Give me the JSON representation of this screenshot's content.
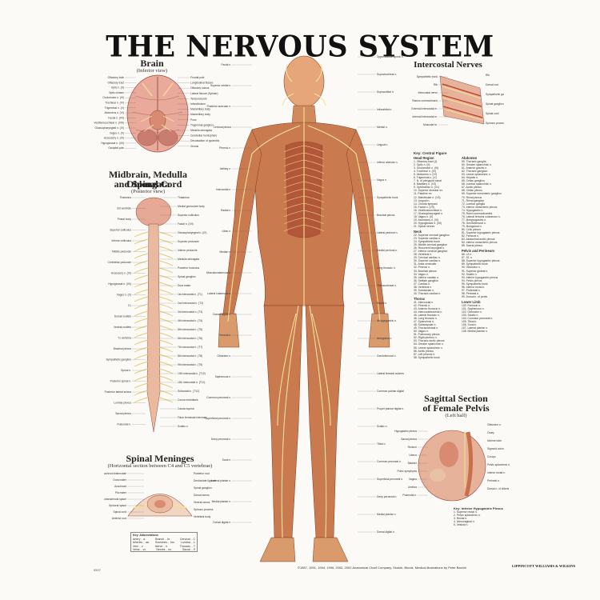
{
  "poster": {
    "title": "THE NERVOUS SYSTEM",
    "code": "9507",
    "copyright": "©1987, 1991, 1994, 1996, 2000, 2002 Anatomical Chart Company, Skokie, Illinois. Medical illustrations by Peter Bachin",
    "publisher": "LIPPINCOTT WILLIAMS & WILKINS"
  },
  "sections": {
    "brain": {
      "title": "Brain",
      "subtitle": "(Inferior view)"
    },
    "midbrain": {
      "title_line1": "Midbrain, Medulla Oblongata",
      "title_line2": "and Spinal Cord",
      "subtitle": "(Posterior view)"
    },
    "meninges": {
      "title": "Spinal Meninges",
      "subtitle": "(Horizontal section between C4 and C5 vertebrae)"
    },
    "intercostal": {
      "title": "Intercostal Nerves"
    },
    "pelvis": {
      "title_line1": "Sagittal Section",
      "title_line2": "of Female Pelvis",
      "subtitle": "(Left half)"
    }
  },
  "labels": {
    "brain_left": [
      "Olfactory bulb",
      "Olfactory tract",
      "Optic n. (II)",
      "Optic chiasm",
      "Oculomotor n. (III)",
      "Trochlear n. (IV)",
      "Trigeminal n. (V)",
      "Abducens n. (VI)",
      "Facial n. (VII)",
      "Vestibulocochlear n. (VIII)",
      "Glossopharyngeal n. (IX)",
      "Vagus n. (X)",
      "Accessory n. (XI)",
      "Hypoglossal n. (XII)",
      "Occipital pole"
    ],
    "brain_right": [
      "Frontal pole",
      "Longitudinal fissure",
      "Olfactory sulcus",
      "Lateral fissure (Sylvian)",
      "Temporal pole",
      "Infundibulum",
      "Mammillary body",
      "Mammillary body",
      "Pons",
      "Trigeminal ganglion",
      "Medulla oblongata",
      "Cerebellar hemisphere",
      "Decussation of pyramids",
      "Vermis"
    ],
    "midbrain_left": [
      "Thalamus",
      "3rd ventricle",
      "Pineal body",
      "Superior colliculus",
      "Inferior colliculus",
      "Middle peduncle",
      "Cerebellar peduncle",
      "Accessory n. (XI)",
      "Hypoglossal n. (XII)",
      "Vagus n. (X)",
      "C1",
      "Dorsal rootlets",
      "Ventral rootlets",
      "T1 vertebra",
      "Brachial plexus",
      "Sympathetic ganglion",
      "Spinal n.",
      "Posterior spinal n.",
      "Posterior lateral sulcus",
      "Lumbar plexus",
      "Sacral plexus",
      "Pudendal n."
    ],
    "midbrain_right": [
      "Thalamus",
      "Medial geniculate body",
      "Superior colliculus",
      "Facial n. (VII)",
      "Glossopharyngeal n. (IX)",
      "Superior peduncle",
      "Inferior peduncle",
      "Medulla oblongata",
      "Posterior funiculus",
      "Spinal ganglion",
      "Dura mater",
      "1st intercostal n. (T1)",
      "2nd intercostal n. (T2)",
      "3rd intercostal n. (T3)",
      "4th intercostal n. (T4)",
      "5th intercostal n. (T5)",
      "6th intercostal n. (T6)",
      "7th intercostal n. (T7)",
      "8th intercostal n. (T8)",
      "9th intercostal n. (T9)",
      "10th intercostal n. (T10)",
      "11th intercostal n. (T11)",
      "Subcostal n. (T12)",
      "Conus medullaris",
      "Cauda equina",
      "Filum terminale internum",
      "Sciatic n."
    ],
    "body_left": [
      "Facial n.",
      "Superior orbital n.",
      "Posterior auricular n.",
      "Cervical plexus",
      "Phrenic n.",
      "Axillary n.",
      "Intercostal n.",
      "Radial n.",
      "Ulnar n.",
      "Median n.",
      "Musculocutaneous n.",
      "Lateral cutaneous n.",
      "Dorsal digital n.",
      "Femoral n.",
      "Obturator n.",
      "Saphenous n.",
      "Common peroneal n.",
      "Superficial peroneal n.",
      "Deep peroneal n.",
      "Sural n.",
      "Lateral plantar n.",
      "Medial plantar n.",
      "Dorsal digital n."
    ],
    "body_right": [
      "Zygomaticotemporal n.",
      "Supratrochlear n.",
      "Supraorbital n.",
      "Infraorbital n.",
      "Mental n.",
      "Lingual n.",
      "Inferior alveolar n.",
      "Vagus n.",
      "Sympathetic trunk",
      "Brachial plexus",
      "Lateral pectoral n.",
      "Medial pectoral n.",
      "Long thoracic n.",
      "Thoracodorsal n.",
      "Radial n.",
      "Iliohypogastric n.",
      "Ilioinguinal n.",
      "Genitofemoral n.",
      "Lateral femoral cutaneous n.",
      "Common palmar digital n.",
      "Proper palmar digital n.",
      "Sciatic n.",
      "Tibial n.",
      "Common peroneal n.",
      "Superficial peroneal n.",
      "Deep peroneal n.",
      "Medial plantar n.",
      "Dorsal digital n."
    ],
    "meninges": [
      "Arachnoid trabeculae",
      "Dura mater",
      "Arachnoid",
      "Pia mater",
      "Subarachnoid space",
      "Epidural space",
      "Spinal cord",
      "Anterior root",
      "Posterior root",
      "Denticulate ligament",
      "Spinal ganglion",
      "Dorsal ramus",
      "Ventral ramus",
      "Spinous process",
      "Vertebral body"
    ],
    "intercostal": [
      "Sympathetic trunk",
      "Rib",
      "Intercostal nerve",
      "Ramus communicans",
      "External intercostal m.",
      "Internal intercostal m.",
      "Muscular br.",
      "Rib",
      "Dorsal root",
      "Sympathetic ganglion",
      "Spinal ganglion",
      "Spinal cord",
      "Spinous process"
    ],
    "pelvis": [
      "Hypogastric plexus",
      "Sacral plexus",
      "Rectum",
      "Uterus",
      "Bladder",
      "Pubic symphysis",
      "Vagina",
      "Urethra",
      "Pudendal n.",
      "Obturator n.",
      "Ovary",
      "Uterine tube",
      "Sigmoid colon",
      "Coccyx",
      "Pelvic splanchnic n.",
      "Inferior rectal n.",
      "Perineal n.",
      "Dorsal n. of clitoris"
    ]
  },
  "key": {
    "title": "Key: Central Figure",
    "col1": [
      {
        "head": "Head Region",
        "items": [
          "1. Olfactory tract (I)",
          "2. Optic n. (II)",
          "3. Oculomotor n. (III)",
          "4. Trochlear n. (IV)",
          "5. Abducens n. (VI)",
          "6. Trigeminal n. (V)",
          "7. N. of pterygoid canal",
          "8. Maxillary n. (V2)",
          "9. Ophthalmic n. (V1)",
          "10. Superior alveolar nn.",
          "11. Palatine nn.",
          "12. Mandibular n. (V3)",
          "13. Lingual n.",
          "14. Chorda tympani",
          "15. Facial n. (VII)",
          "16. Vestibulocochlear n.",
          "17. Glossopharyngeal n.",
          "18. Vagus n. (X)",
          "19. Accessory n. (XI)",
          "20. Hypoglossal n. (XII)",
          "21. Spinal nerves"
        ]
      },
      {
        "head": "Neck",
        "items": [
          "22. Superior cervical ganglion",
          "23. Superior cardiac n.",
          "24. Sympathetic trunk",
          "25. Middle cervical ganglion",
          "26. Recurrent laryngeal n.",
          "27. Inferior cervical ganglion",
          "28. Vertebral n.",
          "29. Cervical cardiac n.",
          "30. Superior cardiac n.",
          "31. Ansa cervicalis",
          "32. Phrenic n.",
          "33. Brachial plexus",
          "34. Vagus n.",
          "35. Inferior cardiac n.",
          "36. Stellate ganglion",
          "37. Cardiac n.",
          "38. Vertebral n.",
          "39. Subclavian n.",
          "40. Thoracic cardiac n."
        ]
      },
      {
        "head": "Thorax",
        "items": [
          "41. Intercostal n.",
          "42. Phrenic n.",
          "43. Anterior thoracic n.",
          "44. Intercostobrachial n.",
          "45. Lateral thoracic n.",
          "46. Long thoracic n.",
          "47. Splanchnic n.",
          "48. Subscapular n.",
          "49. Thoracodorsal n.",
          "50. Vagus n.",
          "51. Pulmonary plexus",
          "52. Right phrenic n.",
          "53. Thoracic aortic plexus",
          "54. Greater splanchnic n.",
          "55. Lesser splanchnic n.",
          "56. Aortic plexus",
          "57. Left phrenic n.",
          "58. Sympathetic trunk"
        ]
      }
    ],
    "col2": [
      {
        "head": "Abdomen",
        "items": [
          "59. Thoracic ganglia",
          "60. Greater splanchnic n.",
          "61. Anterior gastric n.",
          "62. Thoracic ganglion",
          "63. Lesser splanchnic n.",
          "64. Hepatic n.",
          "65. Celiac ganglion",
          "66. Lumbar splanchnic n.",
          "67. Aortic plexus",
          "68. Celiac plexus",
          "69. Superior mesenteric ganglion",
          "70. Renal plexus",
          "71. Renal ganglion",
          "72. Lumbar ganglia",
          "73. Inferior mesenteric plexus",
          "74. Hypogastric n.",
          "75. Rami communicantes",
          "76. Lateral femoral cutaneous n.",
          "77. Iliohypogastric n.",
          "78. Genitofemoral n.",
          "79. Ilioinguinal n.",
          "80. Colic plexus",
          "81. Superior hypogastric plexus",
          "82. Femoral n.",
          "83. Abdominal aortic plexus",
          "84. Inferior mesenteric plexus",
          "85. Sacral plexus"
        ]
      },
      {
        "head": "Pelvis and Perineum",
        "items": [
          "86. L5 n.",
          "87. S1 n.",
          "88. Superior hypogastric plexus",
          "89. Sympathetic trunk",
          "90. Obturator n.",
          "91. Superior gluteal n.",
          "92. Sciatic n.",
          "93. Inferior hypogastric plexus",
          "94. Pelvic plexus",
          "95. Sympathetic trunk",
          "96. Inferior rectal n.",
          "97. Pudendal n.",
          "98. Perineal n.",
          "99. Dorsal n. of penis"
        ]
      },
      {
        "head": "Lower Limb",
        "items": [
          "100. Femoral n.",
          "101. Saphenous n.",
          "102. Obturator n.",
          "103. Sciatic n.",
          "104. Common peroneal n.",
          "105. Tibial n.",
          "106. Sural n.",
          "107. Lateral plantar n.",
          "108. Medial plantar n."
        ]
      }
    ]
  },
  "pelvis_key": {
    "title": "Key: Inferior Hypogastric Plexus",
    "items": [
      "1. Superior rectal n.",
      "2. Pelvic splanchnic n.",
      "3. Rectal n.",
      "4. Uterovaginal n.",
      "5. Vesical n."
    ]
  },
  "abbreviations": {
    "title": "Key: Abbreviations",
    "rows": [
      [
        "Artery .. a.",
        "Branch .. br.",
        "Cervical .. C"
      ],
      [
        "Arteries .. aa.",
        "Branches .. brs.",
        "Lumbar .. L"
      ],
      [
        "Vein .. v.",
        "Nerve .. n.",
        "Thoracic .. T"
      ],
      [
        "Veins .. vv.",
        "Nerves .. nn.",
        "Sacral .. S"
      ]
    ]
  },
  "colors": {
    "skin": "#f0c79a",
    "muscle": "#c86a3e",
    "nerve": "#f4e39a",
    "brain": "#e8a094",
    "artery": "#c0392b",
    "vein": "#2c4f8f",
    "bone": "#f4ede0"
  }
}
